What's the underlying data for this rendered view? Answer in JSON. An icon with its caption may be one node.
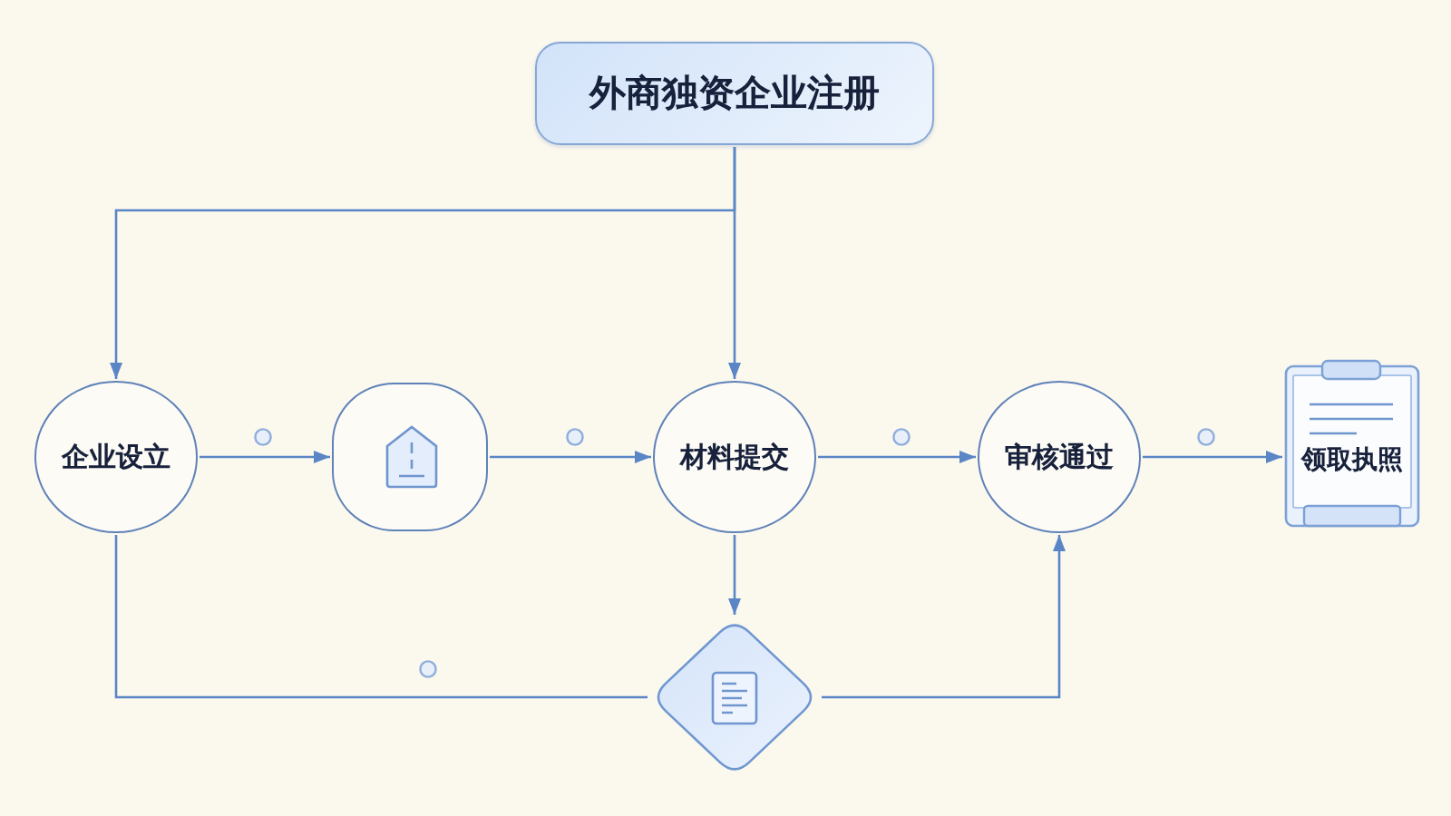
{
  "diagram": {
    "nodes": [
      {
        "text": [
          "外商独资企业注册"
        ]
      },
      {
        "text": [
          "企业设立"
        ]
      },
      {
        "text": [],
        "shape": "box"
      },
      {
        "text": [
          "材料提交"
        ]
      },
      {
        "text": [
          "审核通过"
        ]
      },
      {
        "text": [
          "领取执照"
        ]
      },
      {
        "text": [],
        "shape": "diamond"
      }
    ],
    "edges": [
      {
        "from": 0,
        "to": 1,
        "arrow": "to"
      },
      {
        "from": 0,
        "to": 3,
        "arrow": "to"
      },
      {
        "from": 1,
        "to": 2,
        "arrow": "to"
      },
      {
        "from": 2,
        "to": 3,
        "arrow": "to"
      },
      {
        "from": 3,
        "to": 4,
        "arrow": "to"
      },
      {
        "from": 4,
        "to": 5,
        "arrow": "to"
      },
      {
        "from": 3,
        "to": 6,
        "arrow": "to"
      },
      {
        "from": 1,
        "to": 6,
        "arrow": "none"
      },
      {
        "from": 6,
        "to": 4,
        "arrow": "to"
      }
    ]
  }
}
